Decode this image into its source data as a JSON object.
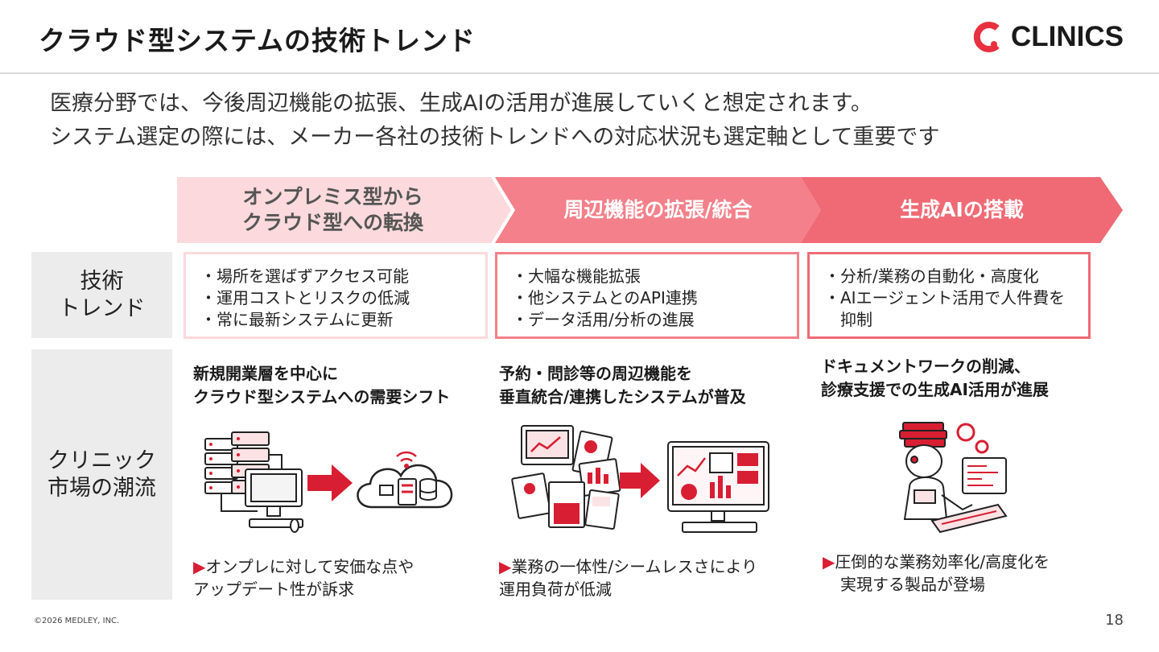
{
  "title": "クラウド型システムの技術トレンド",
  "logo": {
    "text": "CLINICS"
  },
  "lead": {
    "line1": "医療分野では、今後周辺機能の拡張、生成AIの活用が進展していくと想定されます。",
    "line2": "システム選定の際には、メーカー各社の技術トレンドへの対応状況も選定軸として重要です"
  },
  "chevrons": [
    {
      "line1": "オンプレミス型から",
      "line2": "クラウド型への転換"
    },
    {
      "line1": "周辺機能の拡張/統合"
    },
    {
      "line1": "生成AIの搭載"
    }
  ],
  "row_headers": {
    "trend": {
      "line1": "技術",
      "line2": "トレンド"
    },
    "market": {
      "line1": "クリニック",
      "line2": "市場の潮流"
    }
  },
  "trends": [
    {
      "items": [
        "・場所を選ばずアクセス可能",
        "・運用コストとリスクの低減",
        "・常に最新システムに更新"
      ]
    },
    {
      "items": [
        "・大幅な機能拡張",
        "・他システムとのAPI連携",
        "・データ活用/分析の進展"
      ]
    },
    {
      "items": [
        "・分析/業務の自動化・高度化",
        "・AIエージェント活用で人件費を抑制"
      ]
    }
  ],
  "market": [
    {
      "heading1": "新規開業層を中心に",
      "heading2": "クラウド型システムへの需要シフト",
      "note_marker": "▶",
      "note1": "オンプレに対して安価な点や",
      "note2": "アップデート性が訴求"
    },
    {
      "heading1": "予約・問診等の周辺機能を",
      "heading2": "垂直統合/連携したシステムが普及",
      "note_marker": "▶",
      "note1": "業務の一体性/シームレスさにより",
      "note2": "運用負荷が低減"
    },
    {
      "heading1": "ドキュメントワークの削減、",
      "heading2": "診療支援での生成AI活用が進展",
      "note_marker": "▶",
      "note1": "圧倒的な業務効率化/高度化を",
      "note2": "実現する製品が登場"
    }
  ],
  "illustrations": [
    "server-to-cloud-illustration",
    "documents-to-dashboard-illustration",
    "ai-robot-illustration"
  ],
  "colors": {
    "accent": "#d81e32",
    "pink_light": "#fbd9dc",
    "pink_mid": "#f3808a",
    "pink_strong": "#ef6a75",
    "header_gray": "#ececec"
  },
  "footer": {
    "copyright": "©2026 MEDLEY, INC.",
    "page": "18"
  }
}
